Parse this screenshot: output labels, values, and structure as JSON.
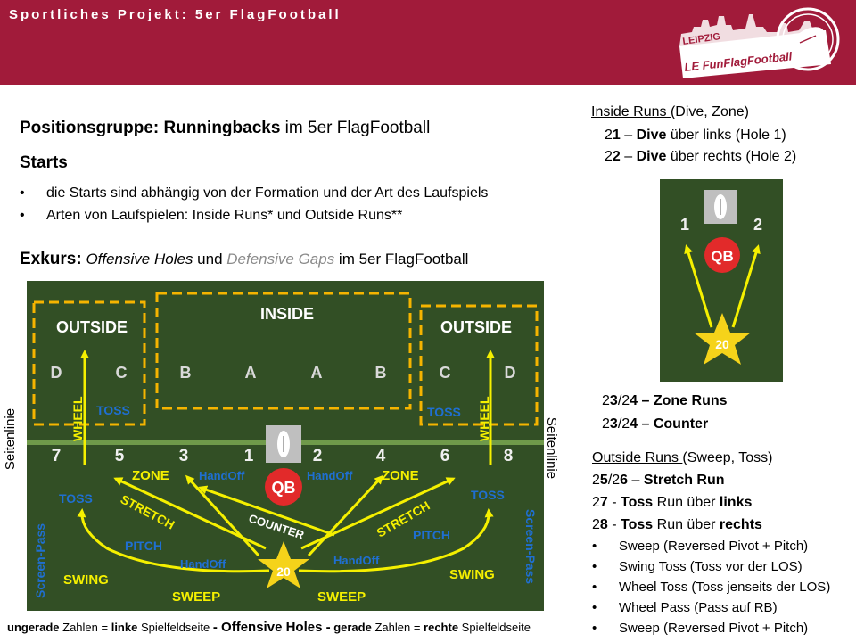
{
  "header": {
    "title": "Sportliches Projekt: 5er FlagFootball",
    "logo": {
      "top_text": "LEIPZIG",
      "bottom_text": "LE FunFlagFootball"
    }
  },
  "main": {
    "heading_bold": "Positionsgruppe: Runningbacks",
    "heading_rest": " im 5er FlagFootball",
    "starts_title": "Starts",
    "bullets": [
      "die Starts sind abhängig von der Formation und der Art des Laufspiels",
      "Arten von Laufspielen: Inside Runs* und Outside Runs**"
    ],
    "exkurs": {
      "label": "Exkurs:",
      "holes": "Offensive Holes",
      "und": " und ",
      "gaps": "Defensive Gaps",
      "rest": " im 5er FlagFootball"
    }
  },
  "field": {
    "zone_labels": {
      "outside_left": "OUTSIDE",
      "inside": "INSIDE",
      "outside_right": "OUTSIDE"
    },
    "gap_letters": [
      "D",
      "C",
      "B",
      "A",
      "A",
      "B",
      "C",
      "D"
    ],
    "hole_numbers": [
      "7",
      "5",
      "3",
      "1",
      "2",
      "4",
      "6",
      "8"
    ],
    "qb": "QB",
    "rb": "20",
    "play_labels": {
      "wheel": "WHEEL",
      "toss": "TOSS",
      "zone": "ZONE",
      "handoff": "HandOff",
      "stretch": "STRETCH",
      "counter": "COUNTER",
      "pitch": "PITCH",
      "swing": "SWING",
      "sweep": "SWEEP",
      "screen_pass": "Screen-Pass"
    },
    "sideline": "Seitenlinie"
  },
  "legend": {
    "p1_bold": "ungerade",
    "p2": " Zahlen = ",
    "p3_bold": "linke",
    "p4": " Spielfeldseite ",
    "p5_bold": "- Offensive Holes -",
    "p6_bold": " gerade",
    "p7": " Zahlen = ",
    "p8_bold": "rechte",
    "p9": " Spielfeldseite"
  },
  "right_panel": {
    "inside_title": "Inside Runs ",
    "inside_sub": "(Dive, Zone)",
    "line21_a": "2",
    "line21_b": "1",
    "line21_c": " – ",
    "line21_d": "Dive",
    "line21_e": " über links (Hole 1)",
    "line22_a": "2",
    "line22_b": "2",
    "line22_c": " – ",
    "line22_d": "Dive",
    "line22_e": " über rechts (Hole 2)",
    "mini_holes": [
      "1",
      "2"
    ],
    "mini_qb": "QB",
    "mini_rb": "20",
    "zone_runs_a": "2",
    "zone_runs_b": "3",
    "zone_runs_c": "/2",
    "zone_runs_d": "4 – Zone Runs",
    "counter_a": "2",
    "counter_b": "3",
    "counter_c": "/2",
    "counter_d": "4 – Counter",
    "outside_title": "Outside Runs ",
    "outside_sub": "(Sweep, Toss)",
    "stretch_a": "2",
    "stretch_b": "5",
    "stretch_c": "/2",
    "stretch_d": "6",
    "stretch_e": " – ",
    "stretch_f": "Stretch Run",
    "toss27_a": "2",
    "toss27_b": "7",
    "toss27_c": " - ",
    "toss27_d": "Toss",
    "toss27_e": " Run über ",
    "toss27_f": "links",
    "toss28_a": "2",
    "toss28_b": "8",
    "toss28_c": " - ",
    "toss28_d": "Toss",
    "toss28_e": " Run über ",
    "toss28_f": "rechts",
    "bullets": [
      "Sweep (Reversed Pivot + Pitch)",
      "Swing Toss (Toss vor der LOS)",
      "Wheel Toss (Toss jenseits der LOS)",
      "Wheel Pass (Pass auf RB)",
      "Sweep (Reversed Pivot + Pitch)"
    ]
  },
  "colors": {
    "header_bg": "#a11b3a",
    "field_green": "#2f4a22",
    "route_yellow": "#f5f000",
    "zone_dash": "#f5b400",
    "label_blue": "#1f6fd1",
    "qb_red": "#e22a2a",
    "rb_star": "#f5d31a"
  }
}
